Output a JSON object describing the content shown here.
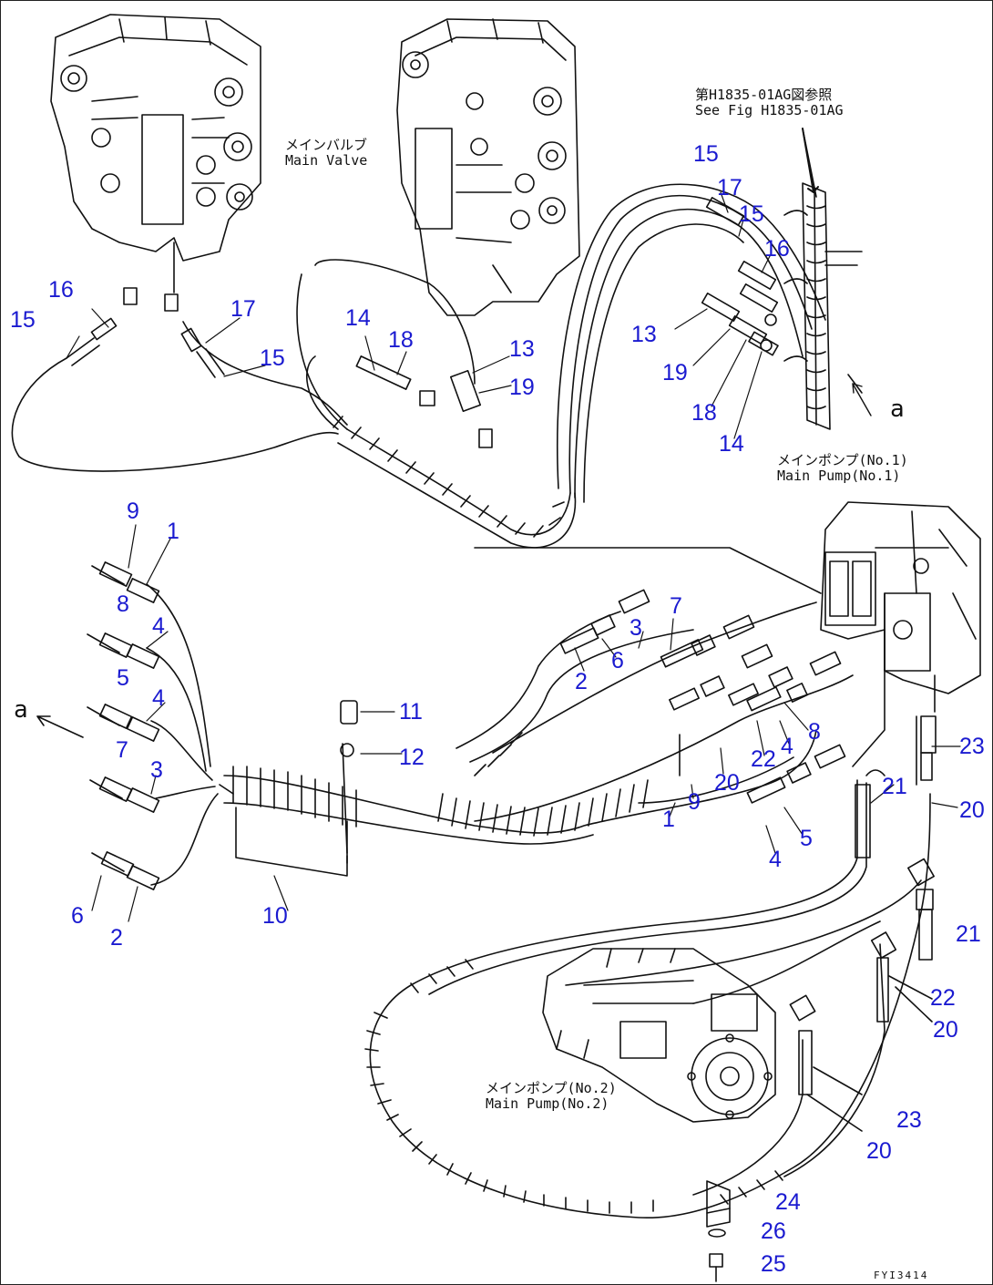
{
  "figure_code": "FYI3414",
  "components": {
    "main_valve_jp": "メインバルブ",
    "main_valve_en": "Main Valve",
    "main_pump_1_jp": "メインポンプ(No.1)",
    "main_pump_1_en": "Main Pump(No.1)",
    "main_pump_2_jp": "メインポンプ(No.2)",
    "main_pump_2_en": "Main Pump(No.2)"
  },
  "reference": {
    "jp": "第H1835-01AG図参照",
    "en": "See Fig H1835-01AG"
  },
  "view_letter": "a",
  "callouts": {
    "c15a": "15",
    "c16a": "16",
    "c17a": "17",
    "c15b": "15",
    "c14a": "14",
    "c18a": "18",
    "c13a": "13",
    "c19a": "19",
    "c15c": "15",
    "c17b": "17",
    "c15d": "15",
    "c16b": "16",
    "c13b": "13",
    "c19b": "19",
    "c18b": "18",
    "c14b": "14",
    "c9a": "9",
    "c1a": "1",
    "c8a": "8",
    "c4a": "4",
    "c5a": "5",
    "c4b": "4",
    "c7a": "7",
    "c3a": "3",
    "c6a": "6",
    "c2a": "2",
    "c11": "11",
    "c12": "12",
    "c10": "10",
    "c7b": "7",
    "c3b": "3",
    "c6b": "6",
    "c2b": "2",
    "c8b": "8",
    "c4c": "4",
    "c22a": "22",
    "c20a": "20",
    "c9b": "9",
    "c1b": "1",
    "c5b": "5",
    "c4d": "4",
    "c23a": "23",
    "c21a": "21",
    "c20b": "20",
    "c21b": "21",
    "c22b": "22",
    "c20c": "20",
    "c23b": "23",
    "c20d": "20",
    "c24": "24",
    "c26": "26",
    "c25": "25"
  }
}
